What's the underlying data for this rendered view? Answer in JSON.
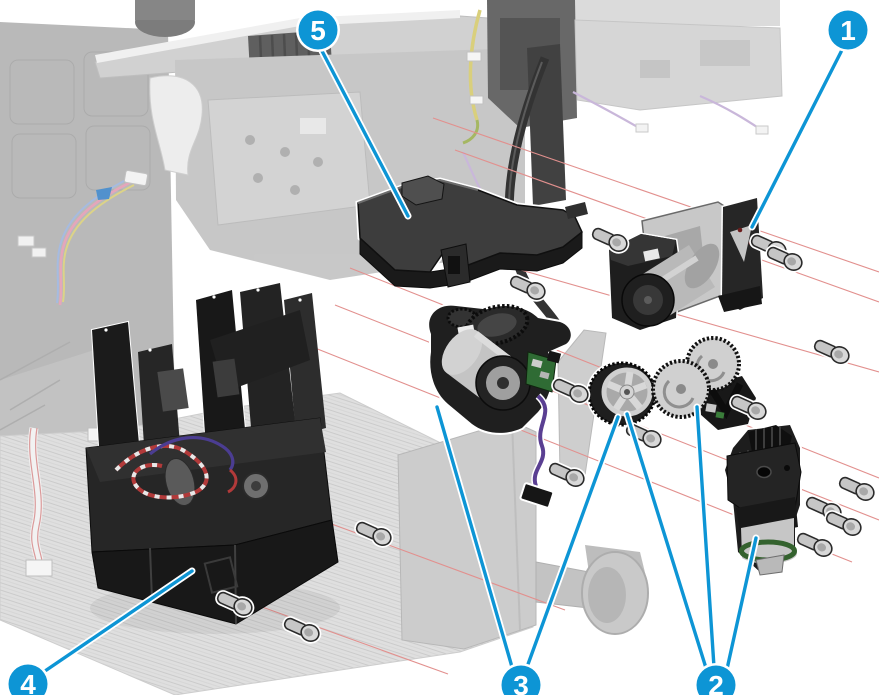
{
  "callouts": [
    {
      "id": "1",
      "label": "1"
    },
    {
      "id": "2",
      "label": "2"
    },
    {
      "id": "3",
      "label": "3"
    },
    {
      "id": "4",
      "label": "4"
    },
    {
      "id": "5",
      "label": "5"
    }
  ],
  "counts": {
    "screws_visible": 16,
    "leader_lines": 8
  },
  "colors": {
    "canvas": "#ffffff",
    "callout_fill": "#0d95d5",
    "callout_text": "#ffffff",
    "leader_stroke": "#0d95d5",
    "leader_halo": "#ffffff",
    "axis_line": "#e2908e"
  }
}
